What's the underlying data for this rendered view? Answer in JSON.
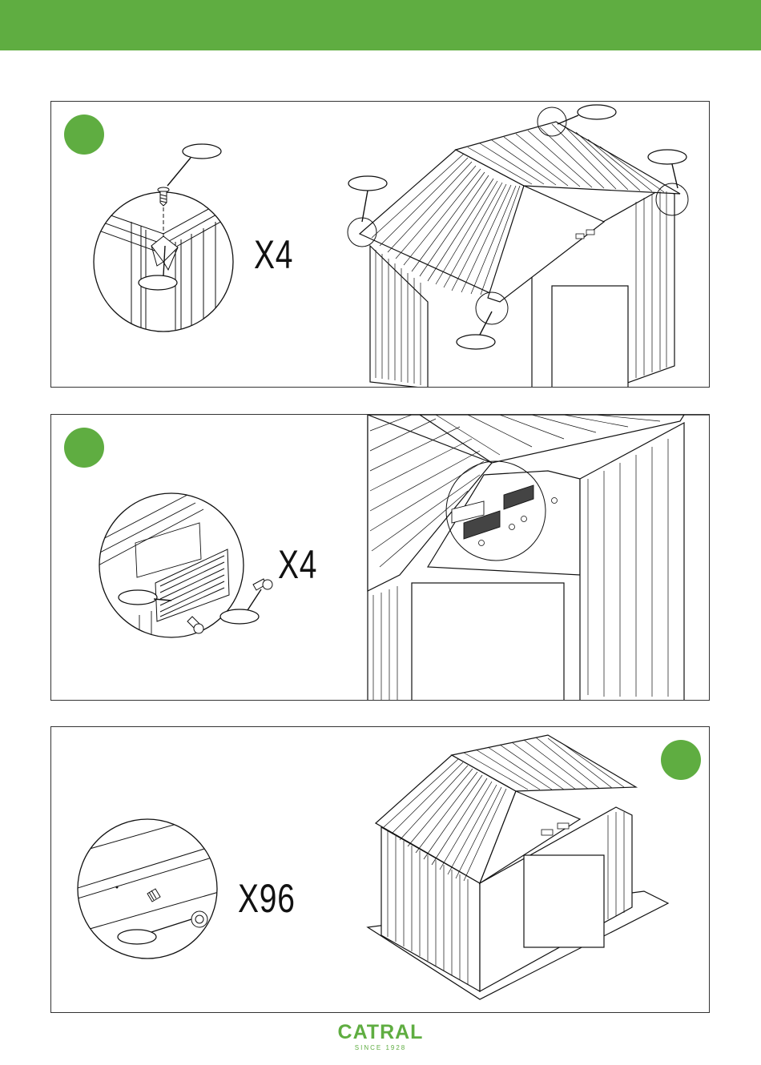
{
  "header": {
    "color": "#5fad41"
  },
  "steps": [
    {
      "quantity": "X4",
      "icons": [
        "screw-icon",
        "roof-corner-cap-icon"
      ]
    },
    {
      "quantity": "X4",
      "icons": [
        "vent-grille-icon",
        "bolt-icon"
      ]
    },
    {
      "quantity": "X96",
      "icons": [
        "bolt-icon",
        "bolt-cap-icon"
      ]
    }
  ],
  "footer": {
    "brand": "CATRAL",
    "tagline": "SINCE 1928",
    "brand_color": "#5fad41"
  }
}
